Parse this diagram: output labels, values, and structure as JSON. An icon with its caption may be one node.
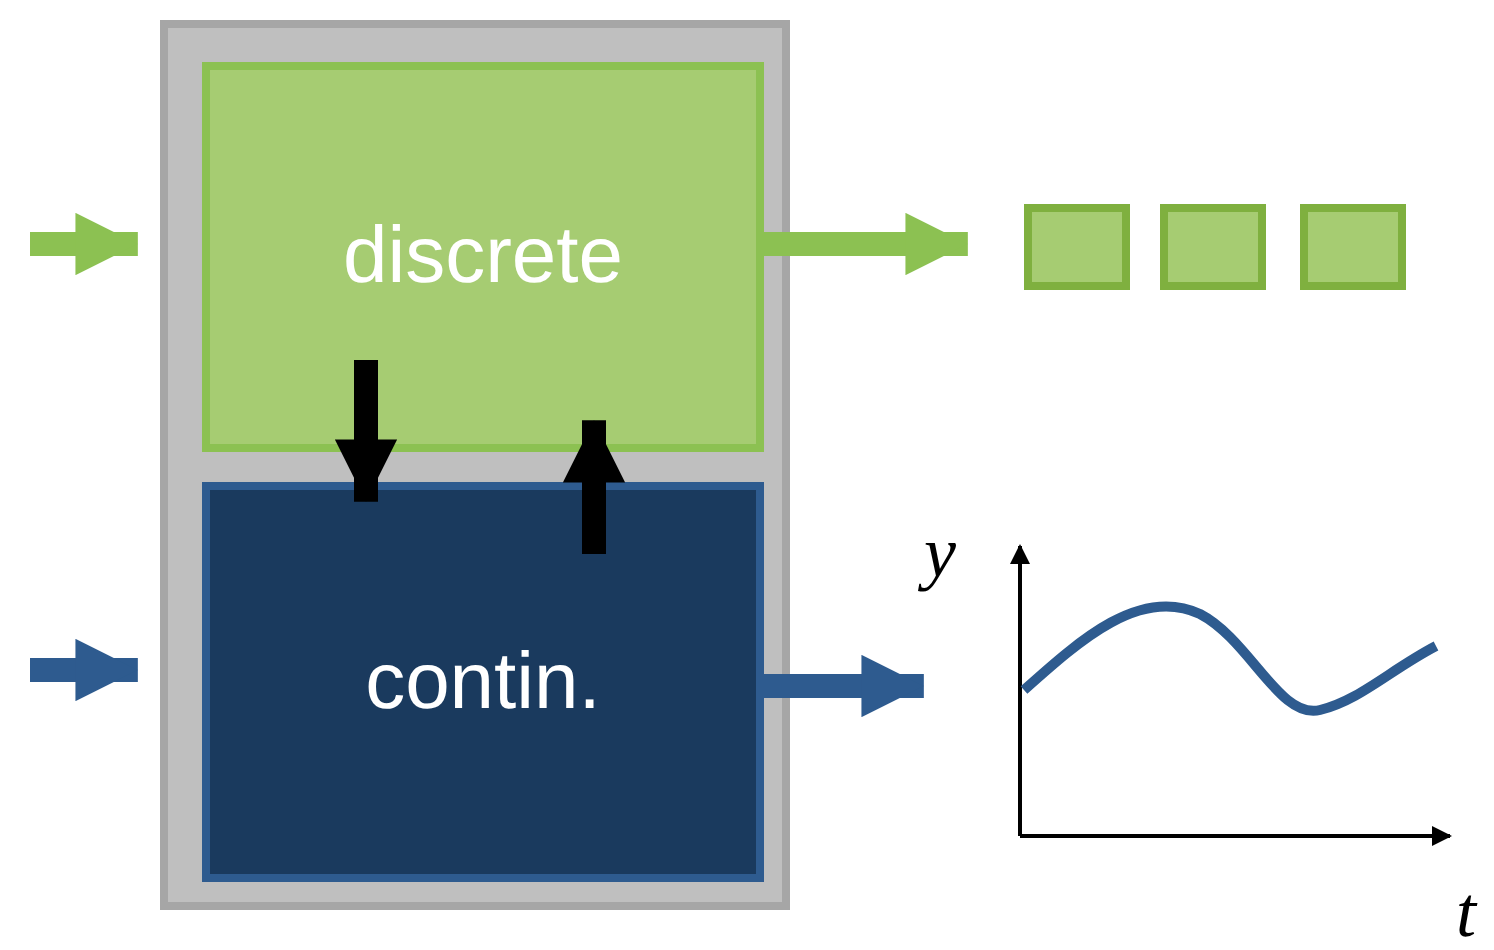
{
  "diagram": {
    "nodes": [
      {
        "text": [],
        "shape": "box"
      },
      {
        "text": [
          "discrete"
        ],
        "in": 0
      },
      {
        "text": [
          "contin."
        ],
        "in": 0
      },
      {
        "text": [],
        "shape": "box"
      },
      {
        "text": [],
        "shape": "box"
      },
      {
        "text": [],
        "shape": "box"
      },
      {
        "text": [],
        "shape": "chart"
      }
    ],
    "edges": [
      {
        "from": null,
        "to": 1,
        "arrow": "to",
        "color": "#8cc152"
      },
      {
        "from": 1,
        "to": 3,
        "arrow": "to",
        "color": "#8cc152"
      },
      {
        "from": 1,
        "to": 2,
        "arrow": "to",
        "color": "#000000"
      },
      {
        "from": 2,
        "to": 1,
        "arrow": "to",
        "color": "#000000"
      },
      {
        "from": null,
        "to": 2,
        "arrow": "to",
        "color": "#2e5b8f"
      },
      {
        "from": 2,
        "to": 6,
        "arrow": "to",
        "color": "#2e5b8f"
      }
    ],
    "labels": [
      "y",
      "t"
    ]
  }
}
